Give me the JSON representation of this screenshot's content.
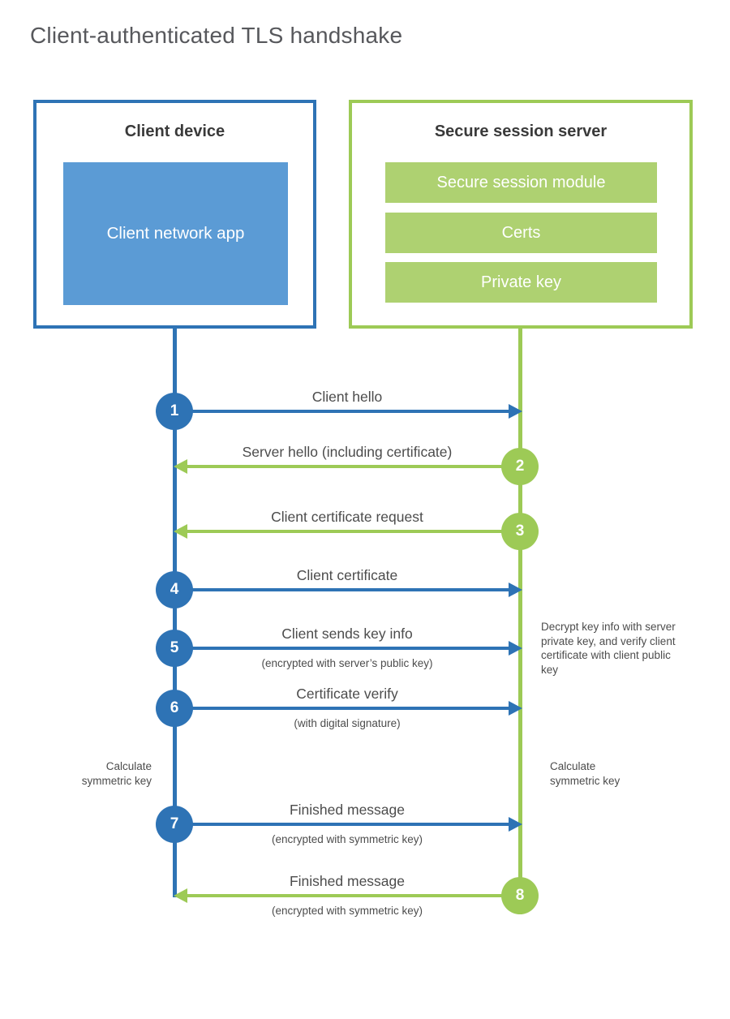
{
  "title": "Client-authenticated TLS handshake",
  "client": {
    "title": "Client device",
    "app": "Client network app"
  },
  "server": {
    "title": "Secure session server",
    "modules": [
      {
        "label": "Secure session module"
      },
      {
        "label": "Certs"
      },
      {
        "label": "Private key"
      }
    ]
  },
  "messages": [
    {
      "num": "1",
      "from": "client",
      "direction": "right",
      "label": "Client hello",
      "sub": ""
    },
    {
      "num": "2",
      "from": "server",
      "direction": "left",
      "label": "Server hello (including certificate)",
      "sub": ""
    },
    {
      "num": "3",
      "from": "server",
      "direction": "left",
      "label": "Client certificate request",
      "sub": ""
    },
    {
      "num": "4",
      "from": "client",
      "direction": "right",
      "label": "Client certificate",
      "sub": ""
    },
    {
      "num": "5",
      "from": "client",
      "direction": "right",
      "label": "Client sends key info",
      "sub": "(encrypted with server’s public key)"
    },
    {
      "num": "6",
      "from": "client",
      "direction": "right",
      "label": "Certificate verify",
      "sub": "(with digital signature)"
    },
    {
      "num": "7",
      "from": "client",
      "direction": "right",
      "label": "Finished message",
      "sub": "(encrypted with symmetric key)"
    },
    {
      "num": "8",
      "from": "server",
      "direction": "left",
      "label": "Finished message",
      "sub": "(encrypted with symmetric key)"
    }
  ],
  "notes": {
    "decrypt": "Decrypt key info with server private key, and verify client certificate with client public key",
    "calc_client": "Calculate symmetric key",
    "calc_server": "Calculate symmetric key"
  },
  "colors": {
    "blue": "#2e73b5",
    "blue_fill": "#5b9bd5",
    "green": "#9dca56",
    "green_fill": "#aed171",
    "text": "#4c4c4c"
  }
}
